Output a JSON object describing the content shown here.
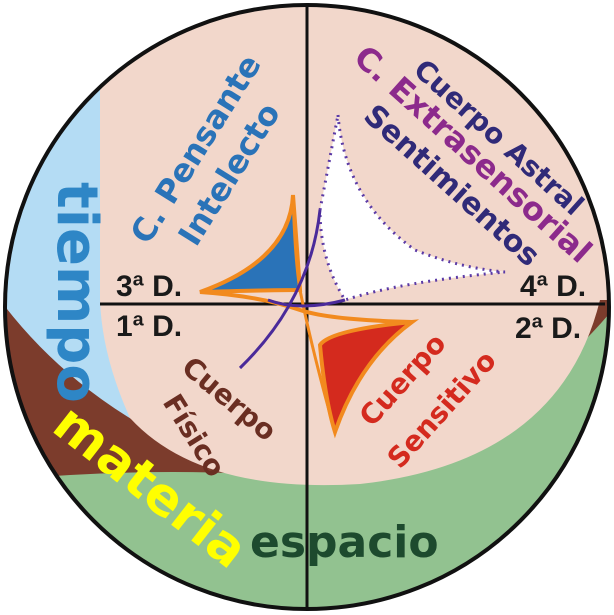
{
  "regions": {
    "tiempo": "tiempo",
    "materia": "materia",
    "espacio": "espacio"
  },
  "dimensions": {
    "d3": "3ª D.",
    "d4": "4ª D.",
    "d1": "1ª D.",
    "d2": "2ª D."
  },
  "quadrants": {
    "top_left": {
      "line1": "C. Pensante",
      "line2": "Intelecto"
    },
    "top_right": {
      "line1": "Cuerpo Astral",
      "line2": "C. Extrasensorial",
      "line3": "Sentimientos"
    },
    "bottom_left": {
      "line1": "Cuerpo",
      "line2": "Físico"
    },
    "bottom_right": {
      "line1": "Cuerpo",
      "line2": "Sensitivo"
    }
  },
  "colors": {
    "tiempo": "#b4dcf4",
    "materia": "#7c3c2c",
    "espacio": "#92c290",
    "inner": "#f2d7cb",
    "tiempo_text": "#2e86c6",
    "materia_text": "#ffff00",
    "espacio_text": "#1d4a2e",
    "pensante": "#2a73b8",
    "astral": "#302a78",
    "extrasensorial": "#8c2a8c",
    "fisico": "#6a2e22",
    "sensitivo": "#d42a1e",
    "orange": "#f28a1e",
    "purple": "#4a2a9a"
  }
}
